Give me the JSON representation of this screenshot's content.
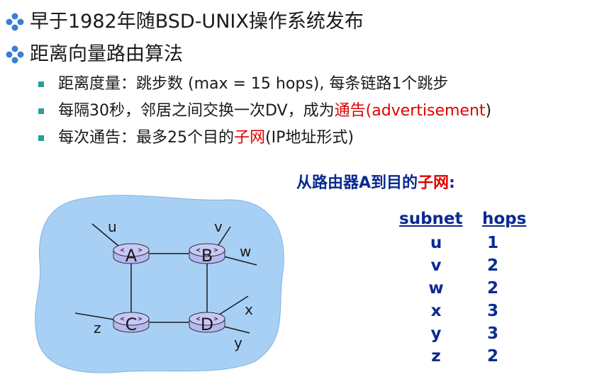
{
  "bullets": [
    {
      "text": "早于1982年随BSD-UNIX操作系统发布"
    },
    {
      "text": "距离向量路由算法"
    }
  ],
  "sub_bullets": [
    {
      "parts": [
        "距离度量：跳步数 (max = 15 hops), 每条链路1个跳步"
      ]
    },
    {
      "parts": [
        "每隔30秒，邻居之间交换一次DV，成为",
        "通告",
        "(advertisement",
        ")"
      ]
    },
    {
      "parts": [
        "每次通告：最多25个目的",
        "子网",
        "(IP地址形式)"
      ]
    }
  ],
  "heading": {
    "part1": "从路由器A到目的",
    "part2": "子网",
    "part3": ":"
  },
  "table": {
    "col1": "subnet",
    "col2": "hops",
    "rows": [
      {
        "subnet": "u",
        "hops": "1"
      },
      {
        "subnet": "v",
        "hops": "2"
      },
      {
        "subnet": "w",
        "hops": "2"
      },
      {
        "subnet": "x",
        "hops": "3"
      },
      {
        "subnet": "y",
        "hops": "3"
      },
      {
        "subnet": "z",
        "hops": "2"
      }
    ]
  },
  "network": {
    "routers": [
      "A",
      "B",
      "C",
      "D"
    ],
    "subnet_labels": [
      "u",
      "v",
      "w",
      "x",
      "y",
      "z"
    ],
    "cloud_color": "#a8d0f5",
    "router_color": "#b8b8f0"
  }
}
